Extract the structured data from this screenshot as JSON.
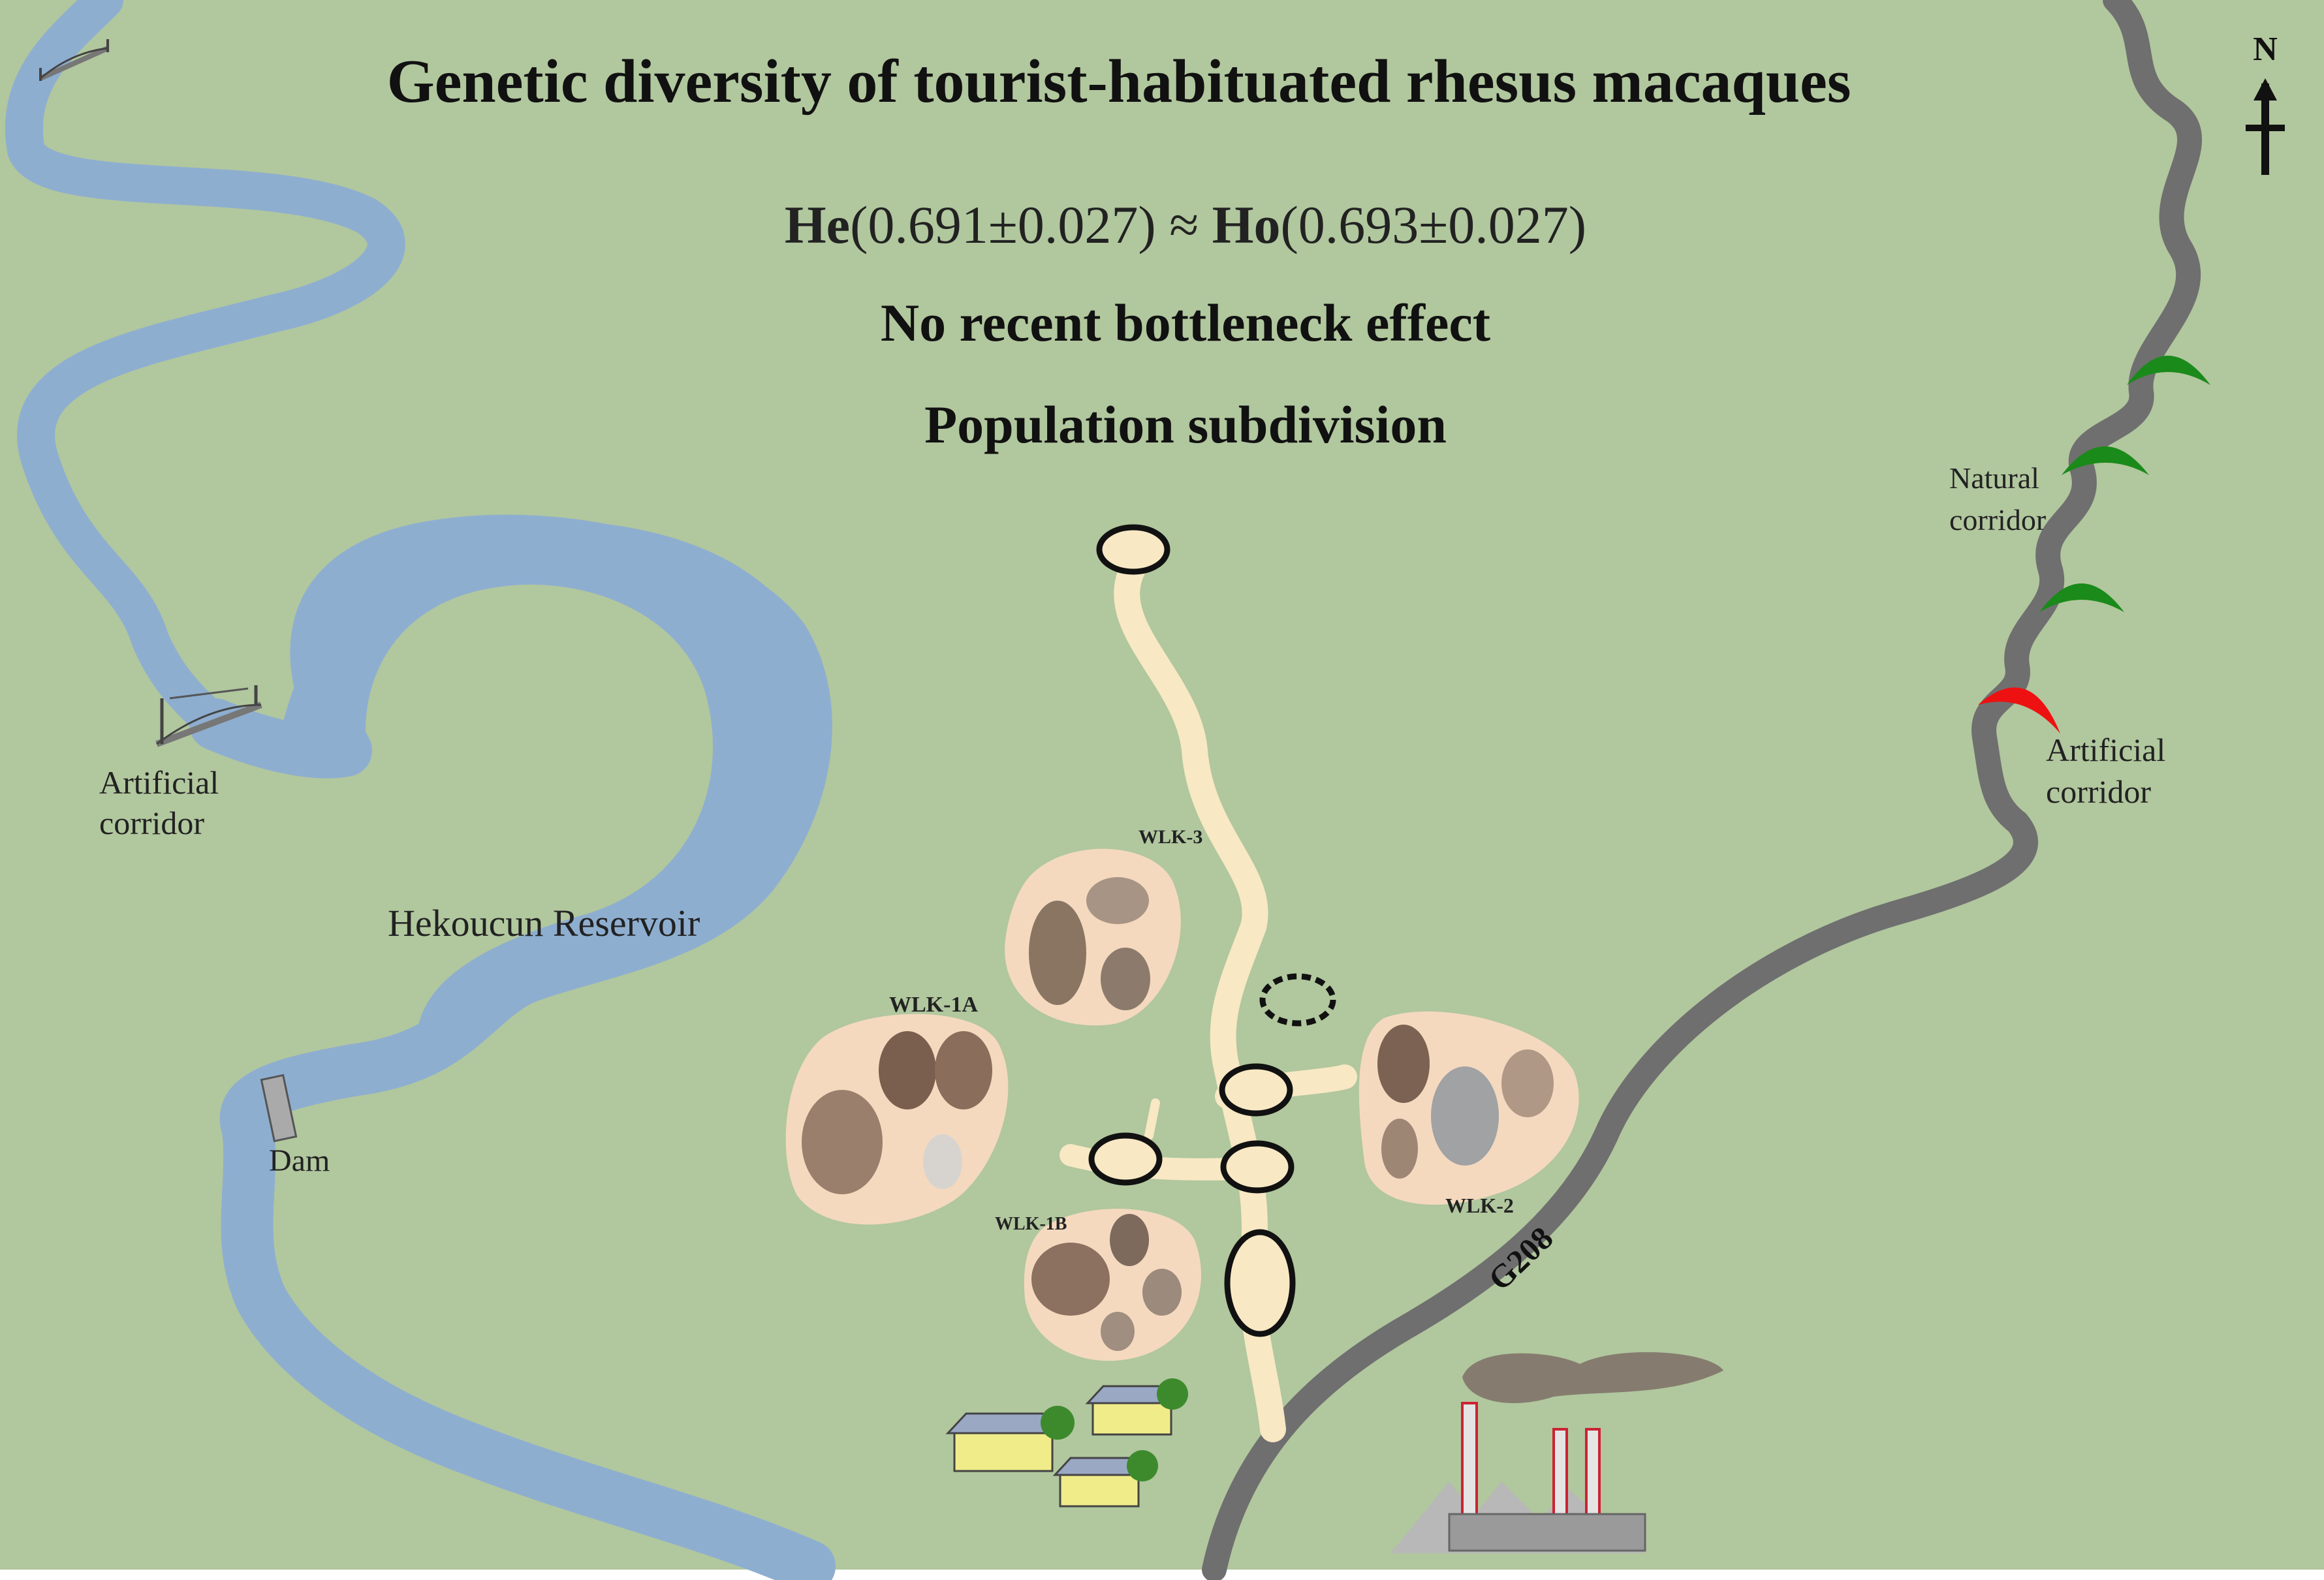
{
  "title": "Genetic diversity of tourist-habituated rhesus macaques",
  "stats": {
    "he_label": "He",
    "he_value": "(0.691±0.027)",
    "approx": " ≈ ",
    "ho_label": "Ho",
    "ho_value": "(0.693±0.027)"
  },
  "findings": [
    "No recent bottleneck effect",
    "Population subdivision"
  ],
  "north_label": "N",
  "labels": {
    "reservoir": "Hekoucun Reservoir",
    "dam": "Dam",
    "artificial_corridor_left_1": "Artificial",
    "artificial_corridor_left_2": "corridor",
    "natural_corridor_1": "Natural",
    "natural_corridor_2": "corridor",
    "artificial_corridor_right_1": "Artificial",
    "artificial_corridor_right_2": "corridor",
    "road": "G208"
  },
  "groups": {
    "wlk_3": "WLK-3",
    "wlk_1a": "WLK-1A",
    "wlk_1b": "WLK-1B",
    "wlk_2": "WLK-2"
  },
  "icons": {
    "compass": "north-arrow-icon",
    "bridge": "suspension-bridge-icon",
    "dam": "dam-icon",
    "factory": "factory-icon",
    "houses": "house-icon",
    "corridor_natural": "green-arc-icon",
    "corridor_artificial": "red-arc-icon"
  },
  "colors": {
    "land": "#b1c79e",
    "water": "#8eaed0",
    "road": "#6f6f6f",
    "trail": "#f8e8c4",
    "natural_corridor": "#1a8a1a",
    "artificial_corridor": "#ee1111"
  }
}
